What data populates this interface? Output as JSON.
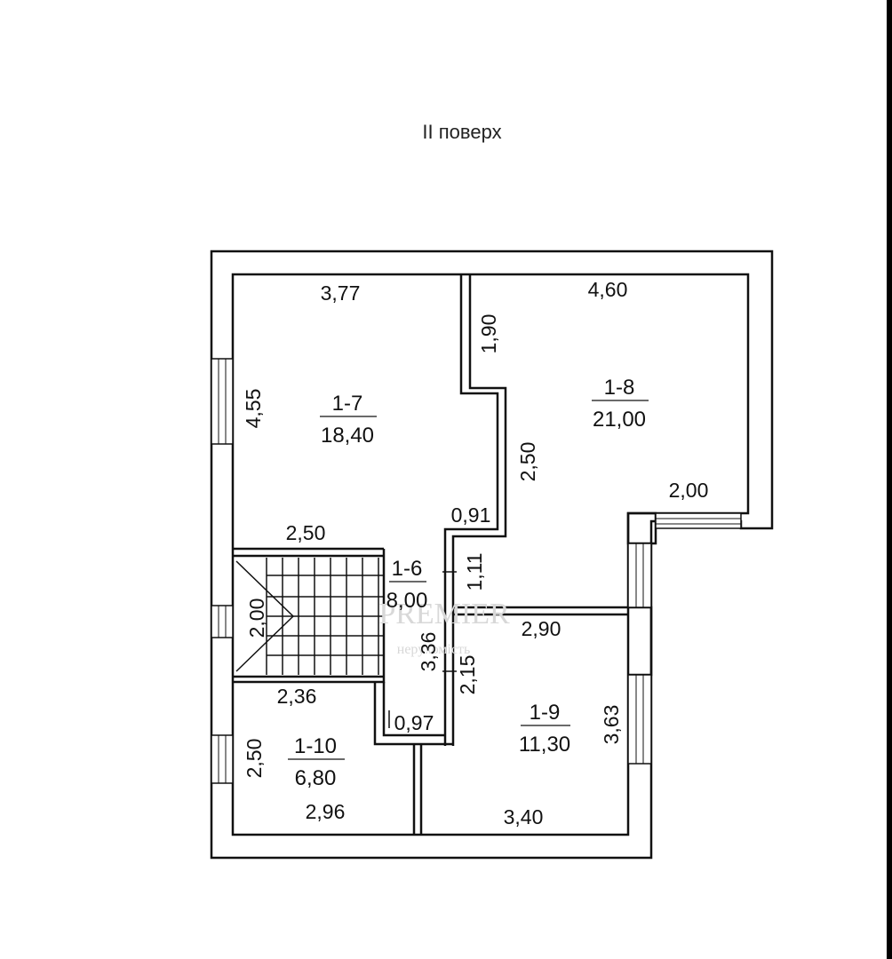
{
  "title": "II поверх",
  "watermark": {
    "main": "PREMIER",
    "sub": "нерухомість"
  },
  "rooms": [
    {
      "id": "1-7",
      "area": "18,40"
    },
    {
      "id": "1-8",
      "area": "21,00"
    },
    {
      "id": "1-6",
      "area": "8,00"
    },
    {
      "id": "1-9",
      "area": "11,30"
    },
    {
      "id": "1-10",
      "area": "6,80"
    }
  ],
  "dimensions": {
    "r17_top": "3,77",
    "r17_left": "4,55",
    "r17_bottom": "2,50",
    "r17_notch": "1,90",
    "r18_top": "4,60",
    "r18_left": "2,50",
    "r18_right_ledge": "2,00",
    "corr_width": "0,91",
    "corr_upper": "1,11",
    "corr_length": "3,36",
    "corr_lower": "2,15",
    "corr_bottom": "0,97",
    "stair_width": "2,00",
    "r19_top": "2,90",
    "r19_right": "3,63",
    "r19_bottom": "3,40",
    "r110_top": "2,36",
    "r110_left": "2,50",
    "r110_bottom": "2,96"
  }
}
